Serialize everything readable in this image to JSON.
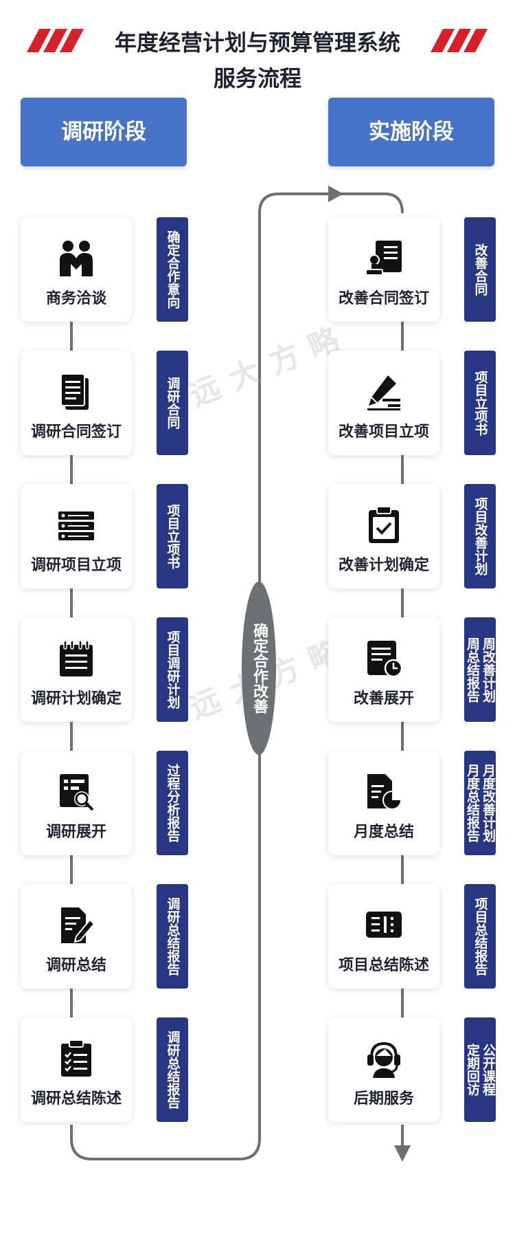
{
  "title": {
    "line1": "年度经营计划与预算管理系统",
    "line2": "服务流程"
  },
  "phases": {
    "left": "调研阶段",
    "right": "实施阶段"
  },
  "center_label": "确定合作改善",
  "watermark": "远大方略",
  "colors": {
    "accent_red": "#d6202a",
    "phase_blue": "#4673c8",
    "tag_navy": "#273784",
    "connector_gray": "#6e6f73"
  },
  "left_steps": [
    {
      "label": "商务洽谈",
      "icon": "handshake-people-icon",
      "tag": [
        "确定合作意向"
      ]
    },
    {
      "label": "调研合同签订",
      "icon": "document-icon",
      "tag": [
        "调研合同"
      ]
    },
    {
      "label": "调研项目立项",
      "icon": "server-list-icon",
      "tag": [
        "项目立项书"
      ]
    },
    {
      "label": "调研计划确定",
      "icon": "notepad-icon",
      "tag": [
        "项目调研计划"
      ]
    },
    {
      "label": "调研展开",
      "icon": "search-report-icon",
      "tag": [
        "过程分析报告"
      ]
    },
    {
      "label": "调研总结",
      "icon": "edit-document-icon",
      "tag": [
        "调研总结报告"
      ]
    },
    {
      "label": "调研总结陈述",
      "icon": "checklist-clipboard-icon",
      "tag": [
        "调研总结报告"
      ]
    }
  ],
  "right_steps": [
    {
      "label": "改善合同签订",
      "icon": "contract-stamp-icon",
      "tag": [
        "改善合同"
      ]
    },
    {
      "label": "改善项目立项",
      "icon": "pen-sign-icon",
      "tag": [
        "项目立项书"
      ]
    },
    {
      "label": "改善计划确定",
      "icon": "clipboard-check-icon",
      "tag": [
        "项目改善计划"
      ]
    },
    {
      "label": "改善展开",
      "icon": "document-clock-icon",
      "tag": [
        "周改善计划",
        "周总结报告"
      ]
    },
    {
      "label": "月度总结",
      "icon": "report-chart-icon",
      "tag": [
        "月度改善计划",
        "月度总结报告"
      ]
    },
    {
      "label": "项目总结陈述",
      "icon": "presentation-board-icon",
      "tag": [
        "项目总结报告"
      ]
    },
    {
      "label": "后期服务",
      "icon": "headset-support-icon",
      "tag": [
        "公开课程",
        "定期回访"
      ]
    }
  ]
}
